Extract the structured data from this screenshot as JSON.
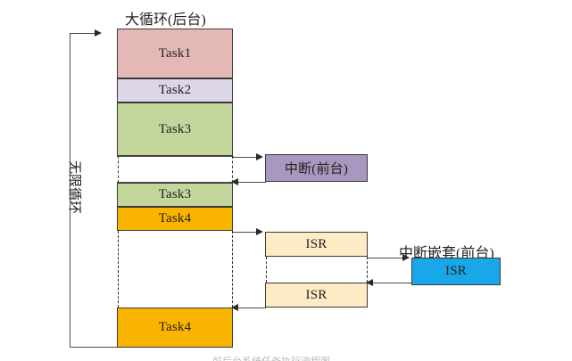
{
  "diagram": {
    "title_top": "大循环(后台)",
    "loop_label": "无限循环",
    "interrupt_label": "中断(前台)",
    "nested_interrupt_label": "中断嵌套(前台)",
    "bottom_caption": "前后台系统任务执行流程图",
    "colors": {
      "task1": "#e4b8b4",
      "task2": "#dcd6e8",
      "task3": "#c3d69b",
      "task4": "#f9b400",
      "isr": "#fcebc5",
      "interrupt": "#a798c0",
      "nested_isr": "#18a7e8",
      "stroke": "#3a3a3a",
      "line": "#4a4a4a",
      "dash": "#2a2a2a"
    },
    "main_column": [
      {
        "id": "task1",
        "label": "Task1"
      },
      {
        "id": "task2",
        "label": "Task2"
      },
      {
        "id": "task3a",
        "label": "Task3"
      },
      {
        "id": "task3b",
        "label": "Task3"
      },
      {
        "id": "task4a",
        "label": "Task4"
      },
      {
        "id": "task4b",
        "label": "Task4"
      }
    ],
    "isr_column": [
      {
        "id": "isr_top",
        "label": "ISR"
      },
      {
        "id": "isr_bottom",
        "label": "ISR"
      }
    ],
    "nested": {
      "id": "isr_nested",
      "label": "ISR"
    },
    "interrupt_box": {
      "id": "interrupt",
      "label": "中断(前台)"
    }
  }
}
